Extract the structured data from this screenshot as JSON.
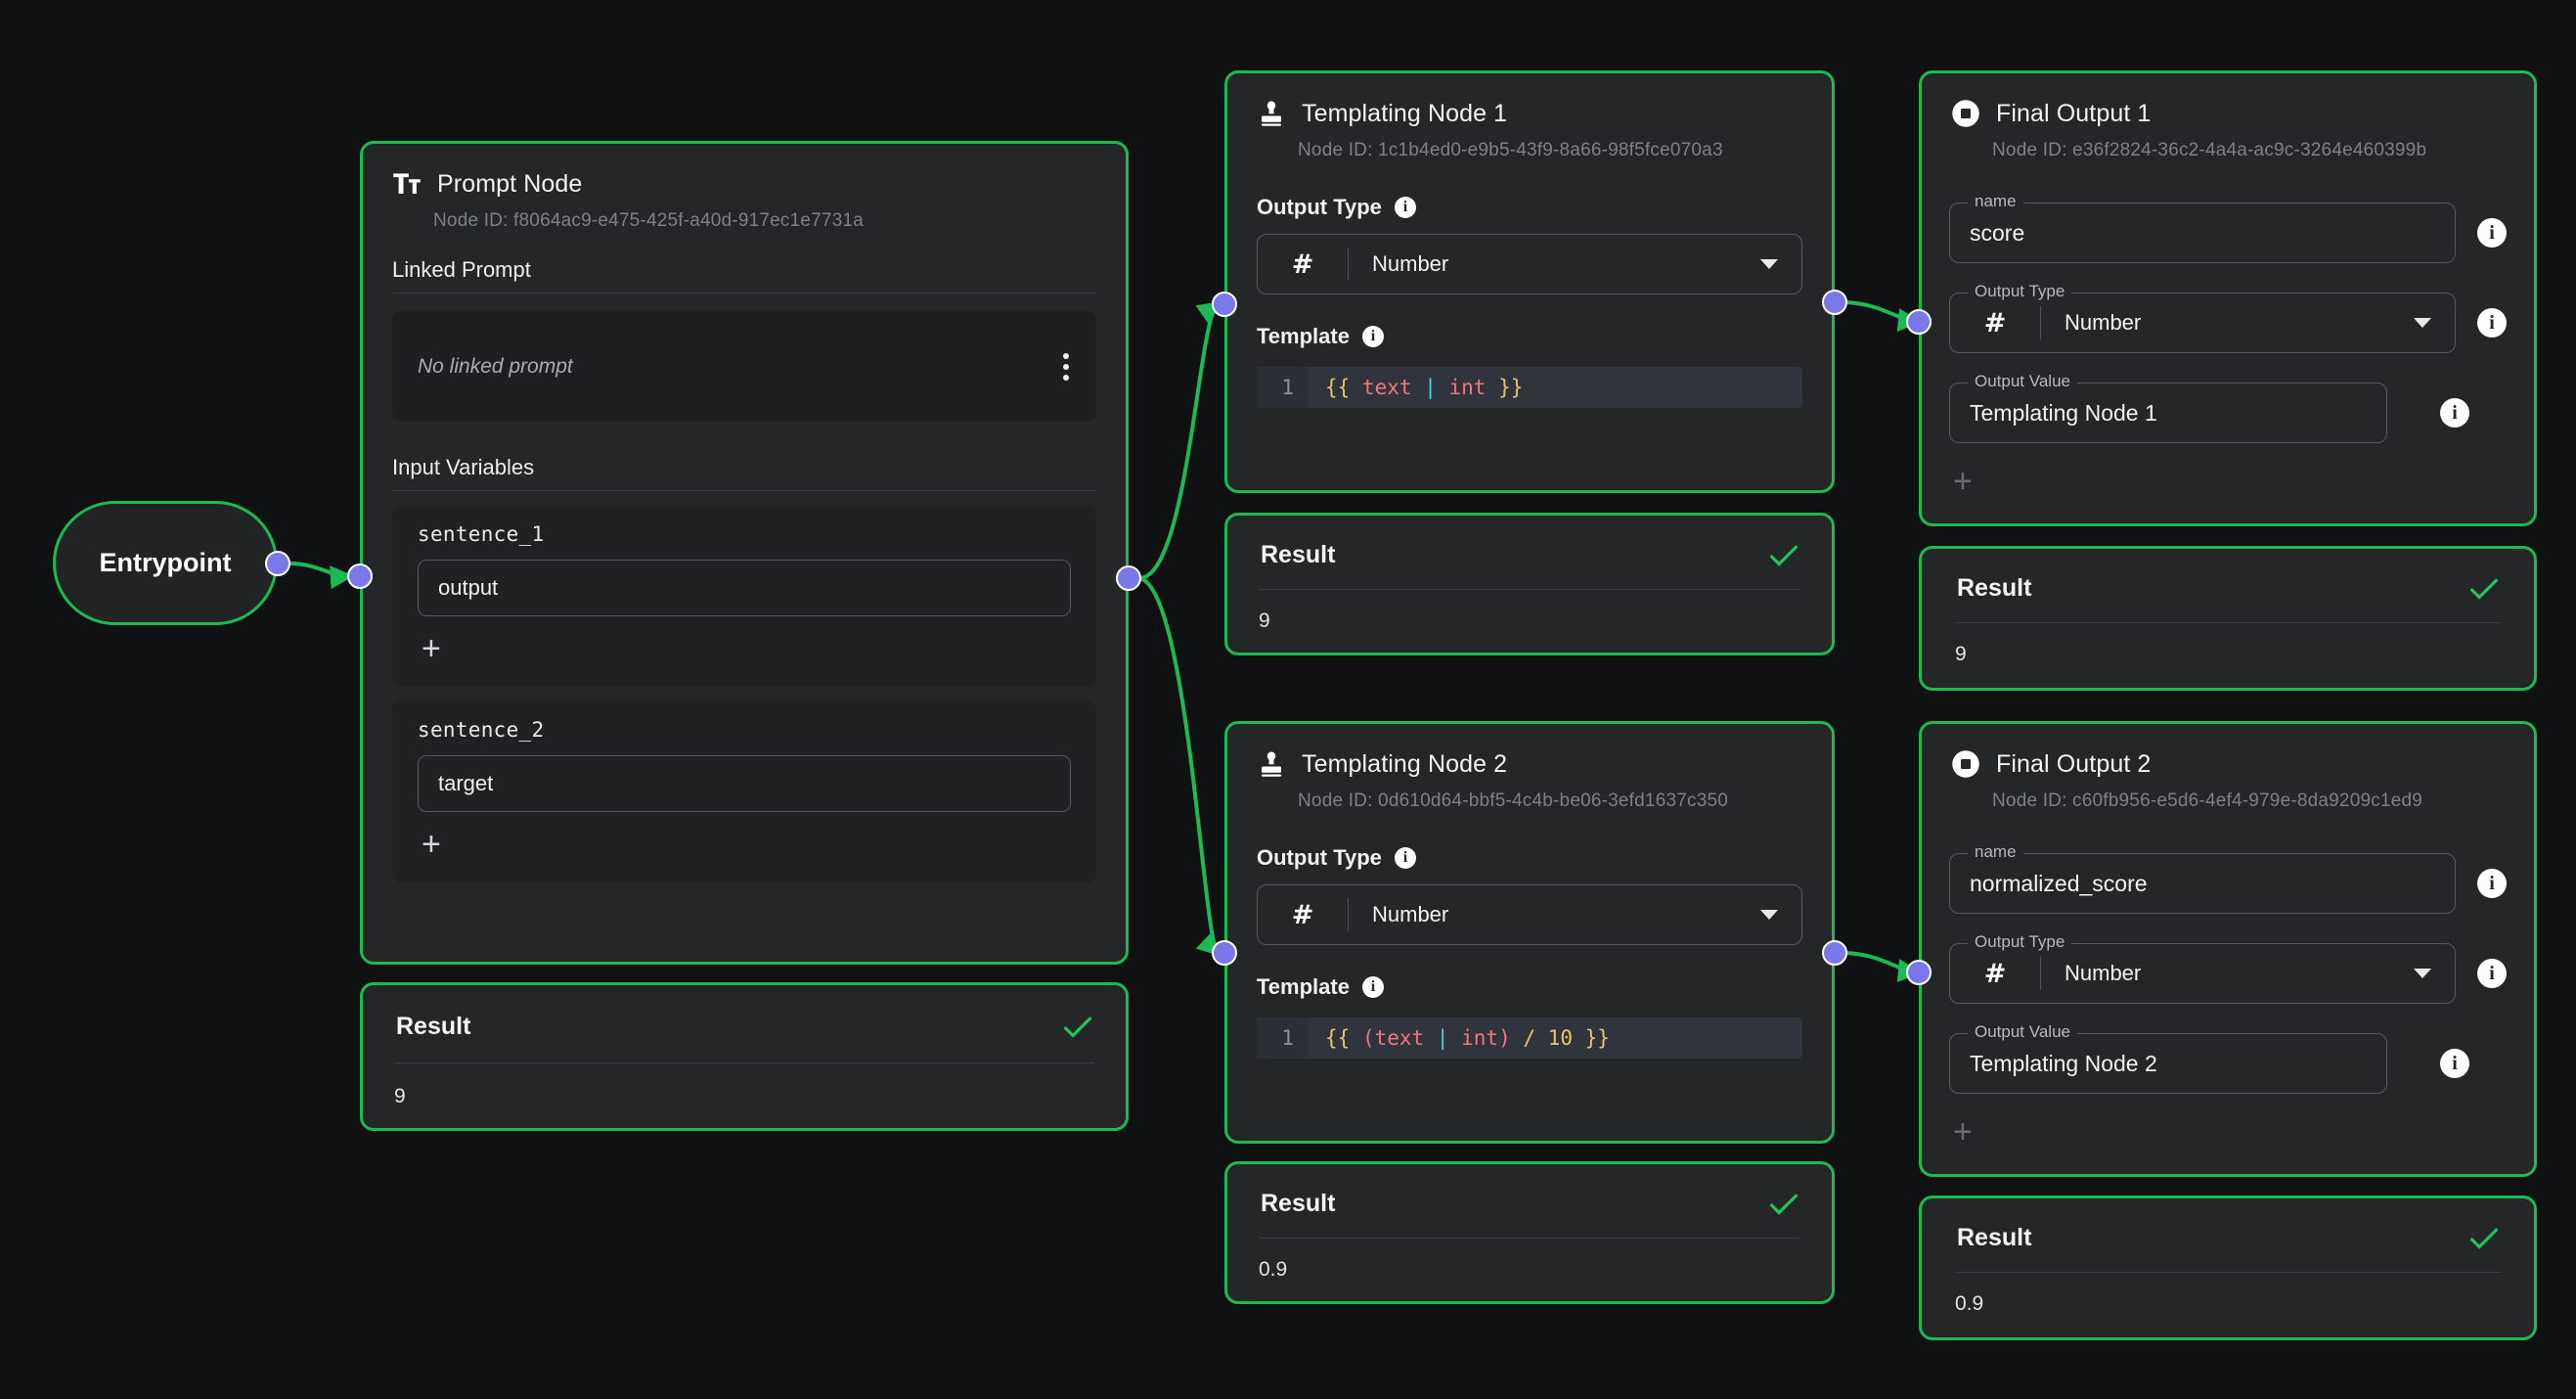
{
  "theme": {
    "canvas_bg": "#101113",
    "card_bg": "#242628",
    "node_border": "#1db954",
    "edge_color": "#1db954",
    "handle_color": "#7a78e8",
    "success_check": "#21c55d",
    "accent_text": "#f2f3f4"
  },
  "entrypoint": {
    "label": "Entrypoint"
  },
  "prompt_node": {
    "title": "Prompt Node",
    "icon": "text-format-icon",
    "node_id_label": "Node ID: f8064ac9-e475-425f-a40d-917ec1e7731a",
    "linked_prompt": {
      "section_label": "Linked Prompt",
      "empty_text": "No linked prompt",
      "menu_icon": "kebab-menu-icon"
    },
    "input_variables": {
      "section_label": "Input Variables",
      "items": [
        {
          "name": "sentence_1",
          "value": "output",
          "add_label": "+"
        },
        {
          "name": "sentence_2",
          "value": "target",
          "add_label": "+"
        }
      ]
    },
    "result": {
      "title": "Result",
      "value": "9",
      "status_icon": "check-icon"
    }
  },
  "templating_nodes": [
    {
      "title": "Templating Node 1",
      "icon": "stamp-icon",
      "node_id_label": "Node ID: 1c1b4ed0-e9b5-43f9-8a66-98f5fce070a3",
      "output_type": {
        "label": "Output Type",
        "info_icon": "info-icon",
        "type_glyph": "#",
        "value": "Number",
        "caret_icon": "chevron-down-icon"
      },
      "template": {
        "label": "Template",
        "info_icon": "info-icon",
        "line_number": "1",
        "code": "{{ text | int }}",
        "tokens": [
          {
            "t": "{{",
            "c": "brace"
          },
          {
            "t": " ",
            "c": "plain"
          },
          {
            "t": "text",
            "c": "var"
          },
          {
            "t": " ",
            "c": "plain"
          },
          {
            "t": "|",
            "c": "pipe"
          },
          {
            "t": " ",
            "c": "plain"
          },
          {
            "t": "int",
            "c": "var"
          },
          {
            "t": " ",
            "c": "plain"
          },
          {
            "t": "}}",
            "c": "brace"
          }
        ]
      },
      "result": {
        "title": "Result",
        "value": "9",
        "status_icon": "check-icon"
      }
    },
    {
      "title": "Templating Node 2",
      "icon": "stamp-icon",
      "node_id_label": "Node ID: 0d610d64-bbf5-4c4b-be06-3efd1637c350",
      "output_type": {
        "label": "Output Type",
        "info_icon": "info-icon",
        "type_glyph": "#",
        "value": "Number",
        "caret_icon": "chevron-down-icon"
      },
      "template": {
        "label": "Template",
        "info_icon": "info-icon",
        "line_number": "1",
        "code": "{{ (text | int) / 10 }}",
        "tokens": [
          {
            "t": "{{",
            "c": "brace"
          },
          {
            "t": " ",
            "c": "plain"
          },
          {
            "t": "(text",
            "c": "var"
          },
          {
            "t": " ",
            "c": "plain"
          },
          {
            "t": "|",
            "c": "pipe"
          },
          {
            "t": " ",
            "c": "plain"
          },
          {
            "t": "int)",
            "c": "var"
          },
          {
            "t": " ",
            "c": "plain"
          },
          {
            "t": "/",
            "c": "op"
          },
          {
            "t": " ",
            "c": "plain"
          },
          {
            "t": "10",
            "c": "num"
          },
          {
            "t": " ",
            "c": "plain"
          },
          {
            "t": "}}",
            "c": "brace"
          }
        ]
      },
      "result": {
        "title": "Result",
        "value": "0.9",
        "status_icon": "check-icon"
      }
    }
  ],
  "final_outputs": [
    {
      "title": "Final Output 1",
      "icon": "stop-square-icon",
      "node_id_label": "Node ID: e36f2824-36c2-4a4a-ac9c-3264e460399b",
      "name_field": {
        "label": "name",
        "value": "score",
        "info_icon": "info-icon"
      },
      "output_type": {
        "label": "Output Type",
        "type_glyph": "#",
        "value": "Number",
        "caret_icon": "chevron-down-icon",
        "info_icon": "info-icon"
      },
      "output_value": {
        "label": "Output Value",
        "value": "Templating Node 1",
        "info_icon": "info-icon"
      },
      "add_label": "+",
      "result": {
        "title": "Result",
        "value": "9",
        "status_icon": "check-icon"
      }
    },
    {
      "title": "Final Output 2",
      "icon": "stop-square-icon",
      "node_id_label": "Node ID: c60fb956-e5d6-4ef4-979e-8da9209c1ed9",
      "name_field": {
        "label": "name",
        "value": "normalized_score",
        "info_icon": "info-icon"
      },
      "output_type": {
        "label": "Output Type",
        "type_glyph": "#",
        "value": "Number",
        "caret_icon": "chevron-down-icon",
        "info_icon": "info-icon"
      },
      "output_value": {
        "label": "Output Value",
        "value": "Templating Node 2",
        "info_icon": "info-icon"
      },
      "add_label": "+",
      "result": {
        "title": "Result",
        "value": "0.9",
        "status_icon": "check-icon"
      }
    }
  ]
}
